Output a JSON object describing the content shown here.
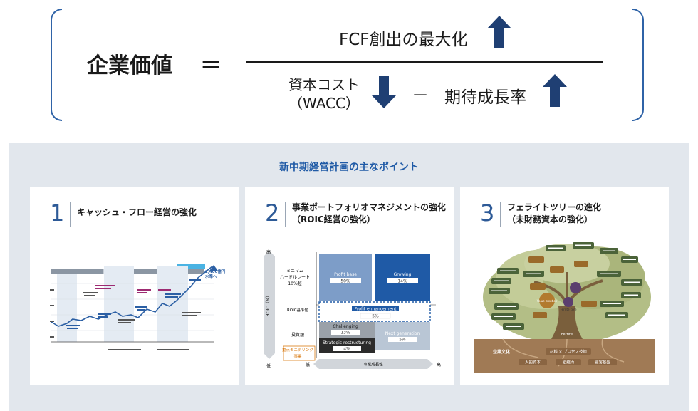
{
  "formula": {
    "lhs": "企業価値",
    "equals": "＝",
    "numerator": "FCF創出の最大化",
    "denominator_line1": "資本コスト",
    "denominator_line2": "（WACC）",
    "minus": "－",
    "growth": "期待成長率",
    "colors": {
      "brace": "#2f63a7",
      "arrow": "#1f3f73"
    }
  },
  "points": {
    "title": "新中期経営計画の主なポイント",
    "cards": [
      {
        "num": "1",
        "title": "キャッシュ・フロー経営の強化",
        "chart_value_label": "2,400億円\n水準へ"
      },
      {
        "num": "2",
        "title_line1": "事業ポートフォリオマネジメントの強化",
        "title_line2": "（ROIC経営の強化）",
        "y_axis": "ROIC（%）",
        "y_high": "高",
        "y_low": "低",
        "x_low": "低",
        "x_high": "高",
        "x_axis": "事業成長性",
        "hurdle_line1": "ミニマム",
        "hurdle_line2": "ハードルレート",
        "hurdle_line3": "10%超",
        "row_mid": "ROIC基準値",
        "row_low": "投資額",
        "monitor_line1": "重点モニタリング",
        "monitor_line2": "事業",
        "q_profit_base": "Profit base",
        "q_profit_base_v": "50%",
        "q_growing": "Growing",
        "q_growing_v": "14%",
        "q_enhance": "Profit enhancement",
        "q_enhance_v": "5%",
        "q_challenging": "Challenging",
        "q_challenging_v": "13%",
        "q_next": "Next generation",
        "q_next_v": "5%",
        "q_restructuring": "Strategic restructuring",
        "q_restructuring_v": "4%"
      },
      {
        "num": "3",
        "title_line1": "フェライトツリーの進化",
        "title_line2": "（未財務資本の強化）",
        "culture": "企業文化",
        "root1": "材料 × プロセス技術",
        "root2": "人的資本",
        "root3": "組織力",
        "root4": "顧客基盤",
        "trunk": "Ferrite",
        "bubble1": "Value creation",
        "bubble2": "Ferrite core"
      }
    ]
  }
}
